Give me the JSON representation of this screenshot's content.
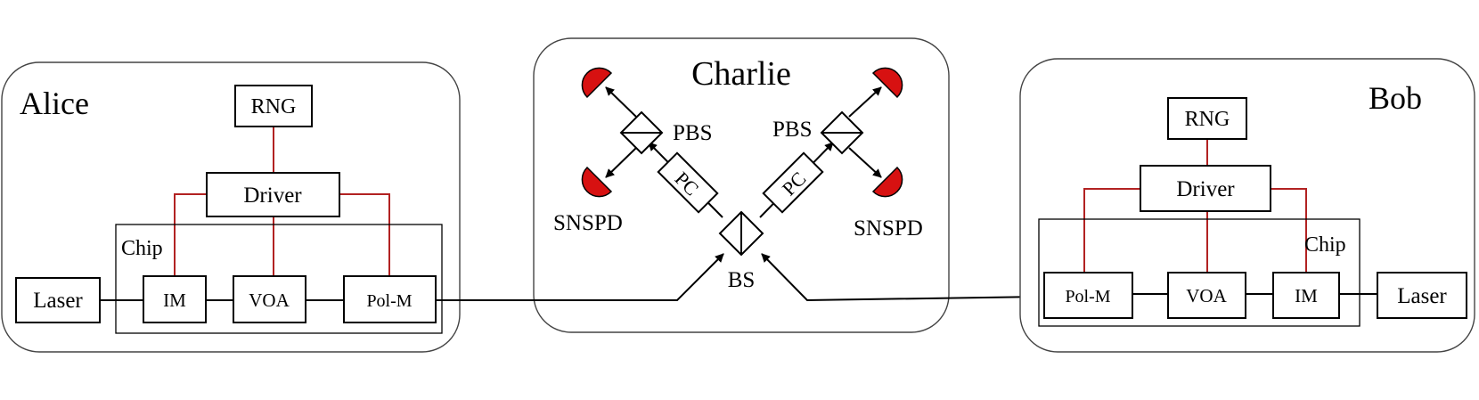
{
  "parties": {
    "alice": {
      "title": "Alice",
      "rng": "RNG",
      "driver": "Driver",
      "chip": "Chip",
      "laser": "Laser",
      "im": "IM",
      "voa": "VOA",
      "polm": "Pol-M"
    },
    "charlie": {
      "title": "Charlie",
      "pbs_left": "PBS",
      "pbs_right": "PBS",
      "pc_left": "PC",
      "pc_right": "PC",
      "bs": "BS",
      "snspd_left": "SNSPD",
      "snspd_right": "SNSPD"
    },
    "bob": {
      "title": "Bob",
      "rng": "RNG",
      "driver": "Driver",
      "chip": "Chip",
      "laser": "Laser",
      "im": "IM",
      "voa": "VOA",
      "polm": "Pol-M"
    }
  },
  "colors": {
    "control_line": "#b22222",
    "detector": "#d71111",
    "optical_line": "#000000"
  }
}
